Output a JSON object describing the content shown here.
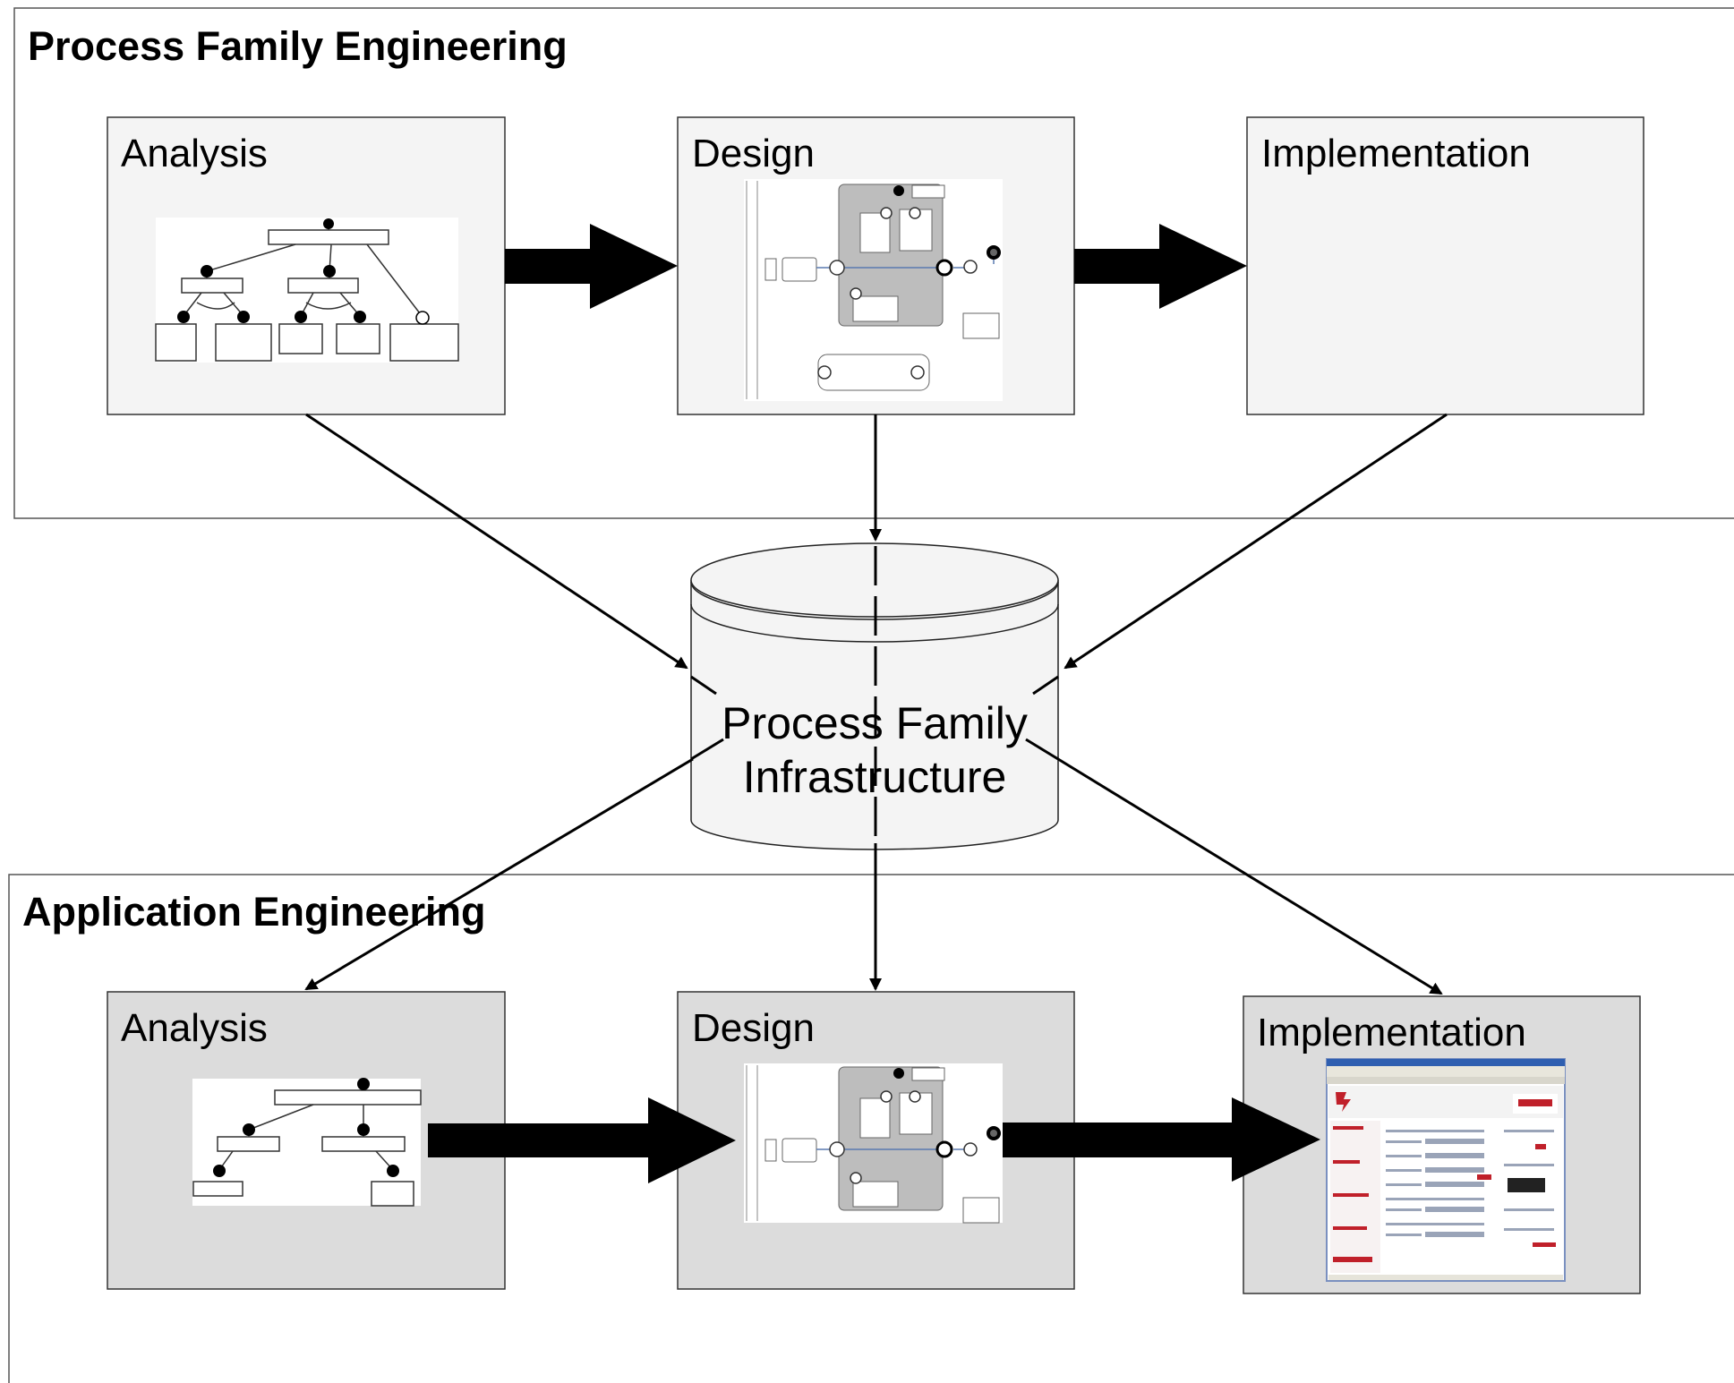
{
  "top_section": {
    "title": "Process Family Engineering",
    "stages": {
      "analysis": "Analysis",
      "design": "Design",
      "implementation": "Implementation"
    }
  },
  "repository": {
    "label_line1": "Process Family",
    "label_line2": "Infrastructure"
  },
  "bottom_section": {
    "title": "Application Engineering",
    "stages": {
      "analysis": "Analysis",
      "design": "Design",
      "implementation": "Implementation"
    }
  },
  "colors": {
    "top_box_fill": "#f4f4f4",
    "bottom_box_fill": "#dcdcdc",
    "thumb_accent": "#c0202a"
  }
}
